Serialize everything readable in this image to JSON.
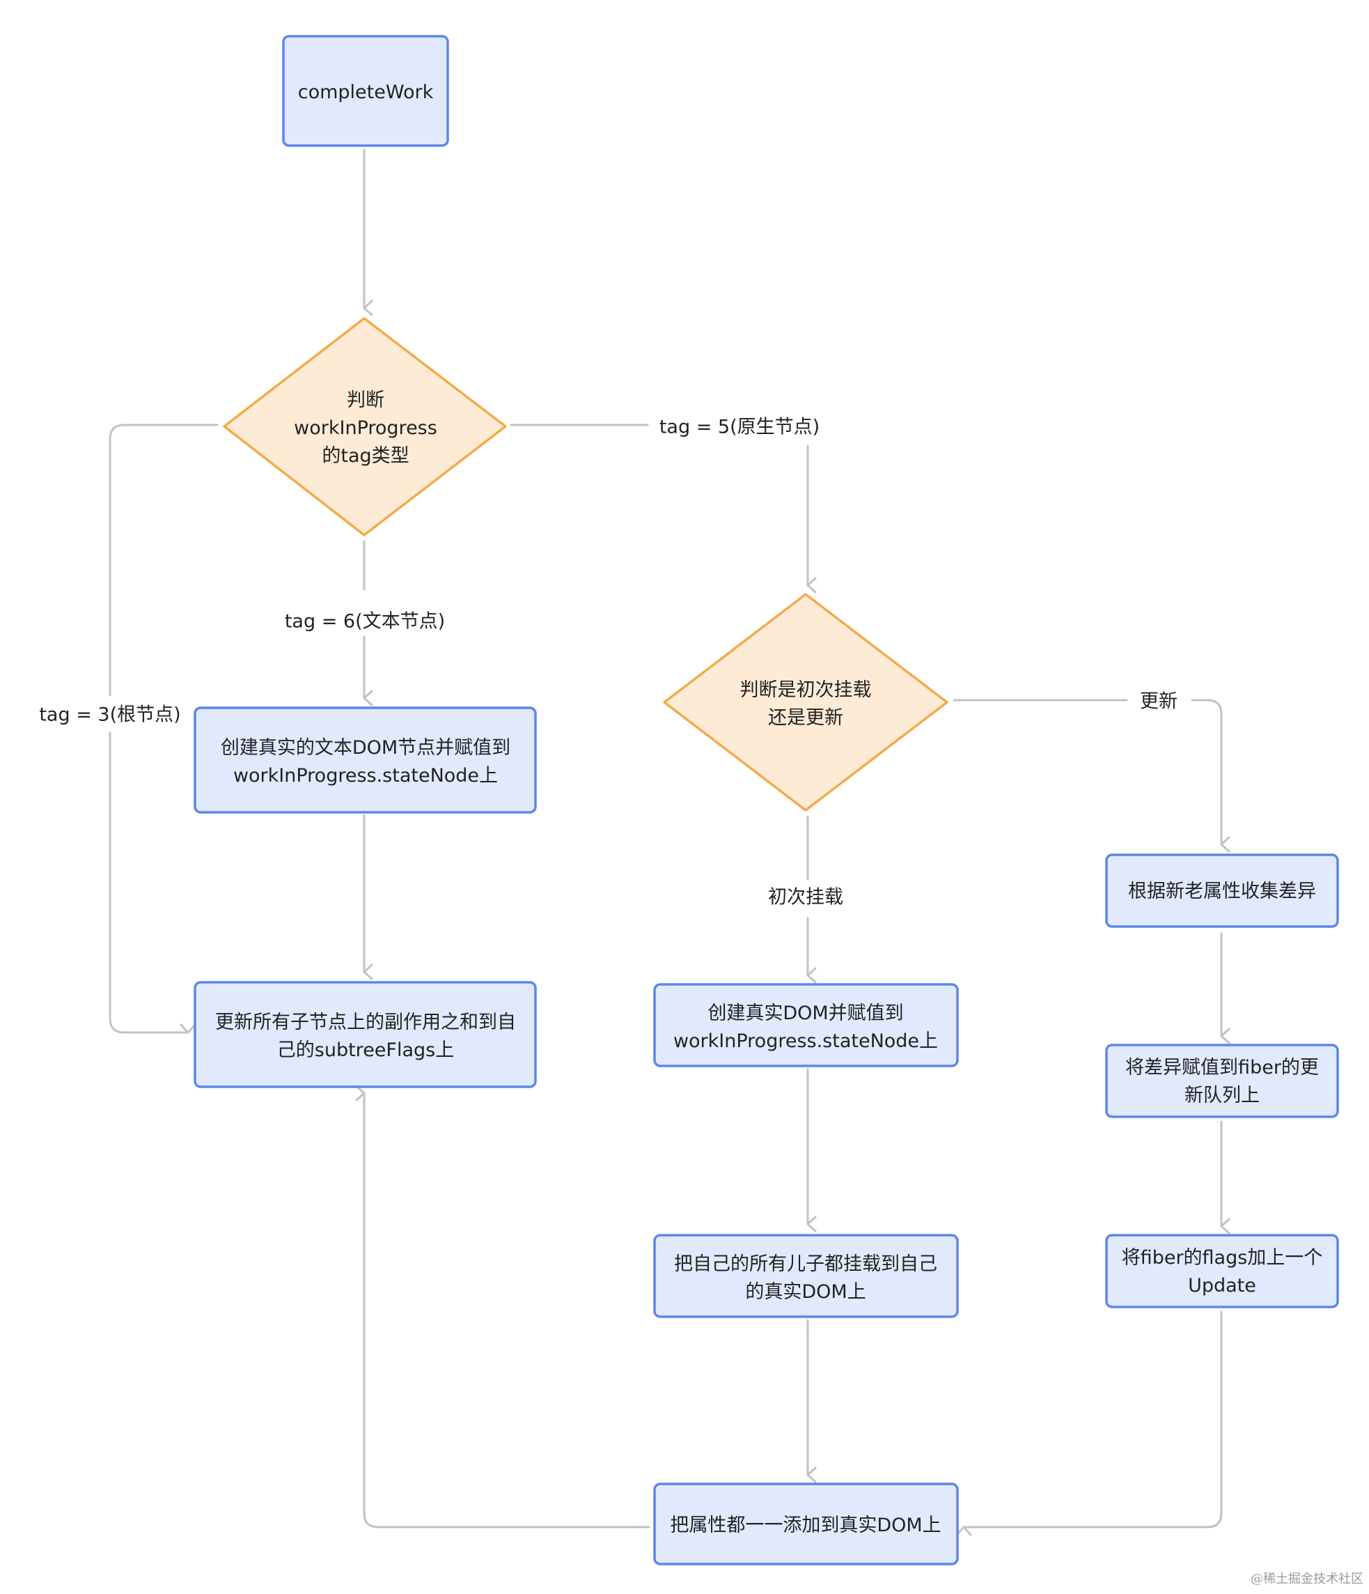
{
  "diagram": {
    "nodes": {
      "complete_work": {
        "lines": [
          "completeWork"
        ]
      },
      "judge_tag": {
        "lines": [
          "判断",
          "workInProgress",
          "的tag类型"
        ]
      },
      "create_text_dom": {
        "lines": [
          "创建真实的文本DOM节点并赋值到",
          "workInProgress.stateNode上"
        ]
      },
      "update_subtree_flags": {
        "lines": [
          "更新所有子节点上的副作用之和到自",
          "己的subtreeFlags上"
        ]
      },
      "judge_mount_or_update": {
        "lines": [
          "判断是初次挂载",
          "还是更新"
        ]
      },
      "create_dom": {
        "lines": [
          "创建真实DOM并赋值到",
          "workInProgress.stateNode上"
        ]
      },
      "append_children": {
        "lines": [
          "把自己的所有儿子都挂载到自己",
          "的真实DOM上"
        ]
      },
      "collect_diff": {
        "lines": [
          "根据新老属性收集差异"
        ]
      },
      "assign_diff": {
        "lines": [
          "将差异赋值到fiber的更",
          "新队列上"
        ]
      },
      "add_update_flag": {
        "lines": [
          "将fiber的flags加上一个",
          "Update"
        ]
      },
      "set_props": {
        "lines": [
          "把属性都一一添加到真实DOM上"
        ]
      }
    },
    "edge_labels": {
      "tag5": "tag = 5(原生节点)",
      "tag6": "tag = 6(文本节点)",
      "tag3": "tag = 3(根节点)",
      "update": "更新",
      "mount": "初次挂载"
    },
    "watermark": "@稀土掘金技术社区"
  },
  "colors": {
    "process_fill": "#e1eafd",
    "process_stroke": "#5c87e8",
    "decision_fill": "#fdebd6",
    "decision_stroke": "#f4aa48",
    "edge": "#c2c2c2",
    "text": "#222222"
  }
}
